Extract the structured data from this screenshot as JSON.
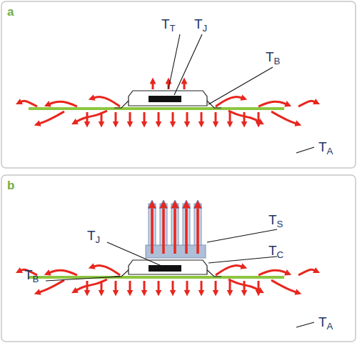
{
  "diagram": {
    "labels": [
      "a",
      "TT",
      "TJ",
      "TB",
      "TA",
      "b",
      "TS",
      "TJ",
      "TC",
      "TB",
      "TA"
    ]
  }
}
